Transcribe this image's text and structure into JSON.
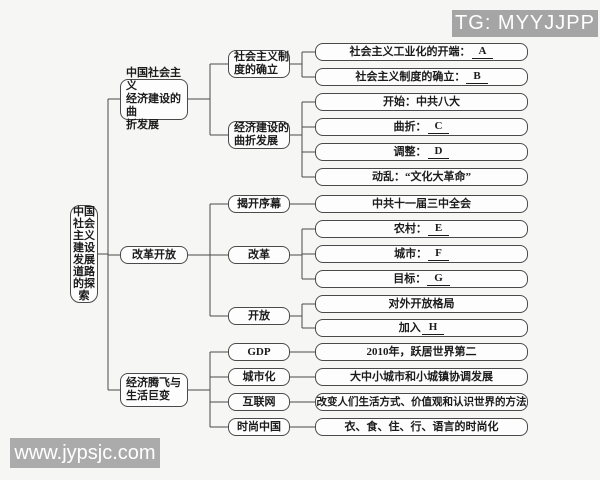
{
  "colors": {
    "background": "#f6f6f4",
    "line": "#4a4a4a",
    "box_border": "#4a4a4a",
    "box_fill": "#fdfdfd",
    "text": "#1b1b1b",
    "watermark_bg": "#a8a8a8",
    "watermark_text": "#ffffff"
  },
  "watermarks": {
    "tg_badge": "TG: MYYJJPP",
    "site": "www.jypsjc.com"
  },
  "tree": {
    "root": "中国\n社会\n主义\n建设\n发展\n道路\n的探\n索",
    "branches": [
      {
        "label": "中国社会主义\n经济建设的曲\n折发展",
        "children": [
          {
            "label": "社会主义制\n度的确立",
            "leaves": [
              {
                "text": "社会主义工业化的开端：",
                "blank": "A"
              },
              {
                "text": "社会主义制度的确立：",
                "blank": "B"
              }
            ]
          },
          {
            "label": "经济建设的\n曲折发展",
            "leaves": [
              {
                "text": "开始：中共八大",
                "blank": ""
              },
              {
                "text": "曲折：",
                "blank": "C"
              },
              {
                "text": "调整：",
                "blank": "D"
              },
              {
                "text": "动乱：“文化大革命”",
                "blank": ""
              }
            ]
          }
        ]
      },
      {
        "label": "改革开放",
        "children": [
          {
            "label": "揭开序幕",
            "leaves": [
              {
                "text": "中共十一届三中全会",
                "blank": ""
              }
            ]
          },
          {
            "label": "改革",
            "leaves": [
              {
                "text": "农村：",
                "blank": "E"
              },
              {
                "text": "城市：",
                "blank": "F"
              },
              {
                "text": "目标：",
                "blank": "G"
              }
            ]
          },
          {
            "label": "开放",
            "leaves": [
              {
                "text": "对外开放格局",
                "blank": ""
              },
              {
                "text": "加入",
                "blank": "H"
              }
            ]
          }
        ]
      },
      {
        "label": "经济腾飞与\n生活巨变",
        "children": [
          {
            "label": "GDP",
            "leaves": [
              {
                "text": "2010年，跃居世界第二",
                "blank": ""
              }
            ]
          },
          {
            "label": "城市化",
            "leaves": [
              {
                "text": "大中小城市和小城镇协调发展",
                "blank": ""
              }
            ]
          },
          {
            "label": "互联网",
            "leaves": [
              {
                "text": "改变人们生活方式、价值观和认识世界的方法",
                "blank": ""
              }
            ]
          },
          {
            "label": "时尚中国",
            "leaves": [
              {
                "text": "衣、食、住、行、语言的时尚化",
                "blank": ""
              }
            ]
          }
        ]
      }
    ]
  }
}
